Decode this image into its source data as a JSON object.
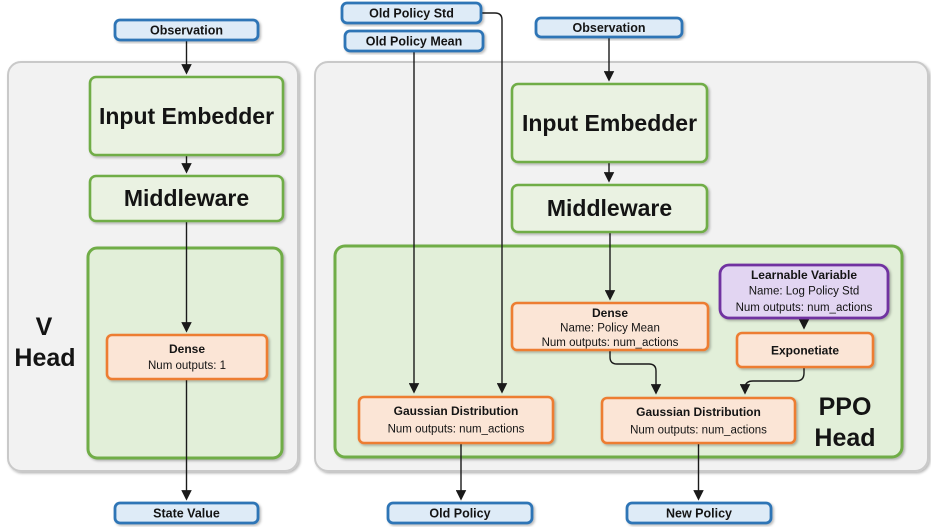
{
  "colors": {
    "blue_border": "#2E75B6",
    "blue_fill": "#DEEBF7",
    "green_border": "#70AD47",
    "green_box_fill": "#EAF2E2",
    "green_container_fill": "#E2EFD9",
    "orange_border": "#ED7D31",
    "orange_fill": "#FBE5D6",
    "purple_border": "#7030A0",
    "purple_fill": "#E2D5F2",
    "panel_fill": "#F2F2F2",
    "panel_border": "#C9C9C9",
    "arrow_line": "#1A1A1A"
  },
  "v_head": {
    "title_line1": "V",
    "title_line2": "Head",
    "input_observation": "Observation",
    "input_embedder": "Input Embedder",
    "middleware": "Middleware",
    "dense": {
      "title": "Dense",
      "outputs": "Num outputs: 1"
    },
    "output_state_value": "State Value"
  },
  "ppo_head": {
    "title_line1": "PPO",
    "title_line2": "Head",
    "input_old_policy_std": "Old Policy Std",
    "input_old_policy_mean": "Old Policy Mean",
    "input_observation": "Observation",
    "input_embedder": "Input Embedder",
    "middleware": "Middleware",
    "dense": {
      "title": "Dense",
      "name": "Name: Policy Mean",
      "outputs": "Num outputs: num_actions"
    },
    "learnable_variable": {
      "title": "Learnable Variable",
      "name": "Name: Log Policy Std",
      "outputs": "Num outputs: num_actions"
    },
    "exponentiate": "Exponetiate",
    "gaussian_old": {
      "title": "Gaussian Distribution",
      "outputs": "Num outputs: num_actions"
    },
    "gaussian_new": {
      "title": "Gaussian Distribution",
      "outputs": "Num outputs: num_actions"
    },
    "output_old_policy": "Old Policy",
    "output_new_policy": "New Policy"
  }
}
